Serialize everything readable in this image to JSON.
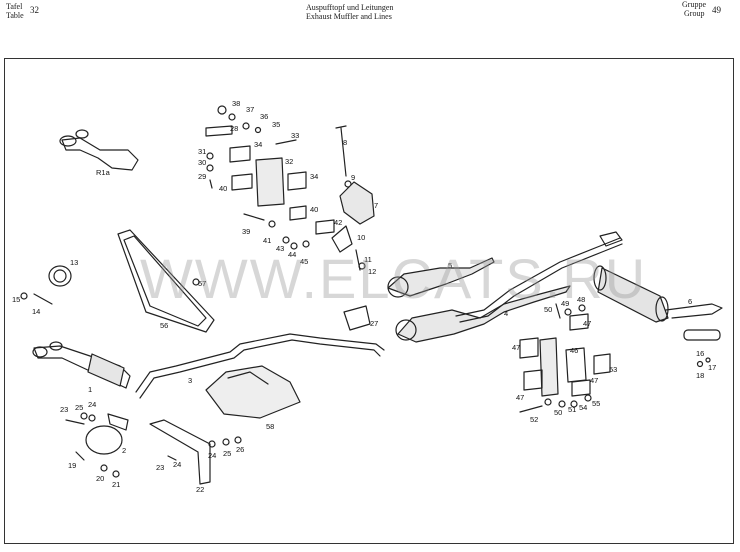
{
  "header": {
    "tafel_label": "Tafel",
    "table_label": "Table",
    "plate_number": "32",
    "title_de": "Auspufftopf und Leitungen",
    "title_en": "Exhaust Muffler and Lines",
    "gruppe_label": "Gruppe",
    "group_label": "Group",
    "group_number": "49"
  },
  "watermark": "WWW.ELCATS.RU",
  "part_labels": [
    "R1a",
    "38",
    "37",
    "36",
    "35",
    "28",
    "33",
    "31",
    "30",
    "29",
    "34",
    "32",
    "40",
    "34",
    "40",
    "42",
    "39",
    "41",
    "43",
    "44",
    "45",
    "8",
    "9",
    "7",
    "10",
    "11",
    "12",
    "13",
    "15",
    "14",
    "57",
    "56",
    "5",
    "27",
    "4",
    "6",
    "50",
    "49",
    "48",
    "47",
    "46",
    "47",
    "53",
    "47",
    "47",
    "52",
    "50",
    "51",
    "54",
    "55",
    "16",
    "18",
    "17",
    "1",
    "3",
    "58",
    "23",
    "25",
    "24",
    "19",
    "2",
    "20",
    "21",
    "23",
    "24",
    "22",
    "24",
    "25",
    "26"
  ]
}
